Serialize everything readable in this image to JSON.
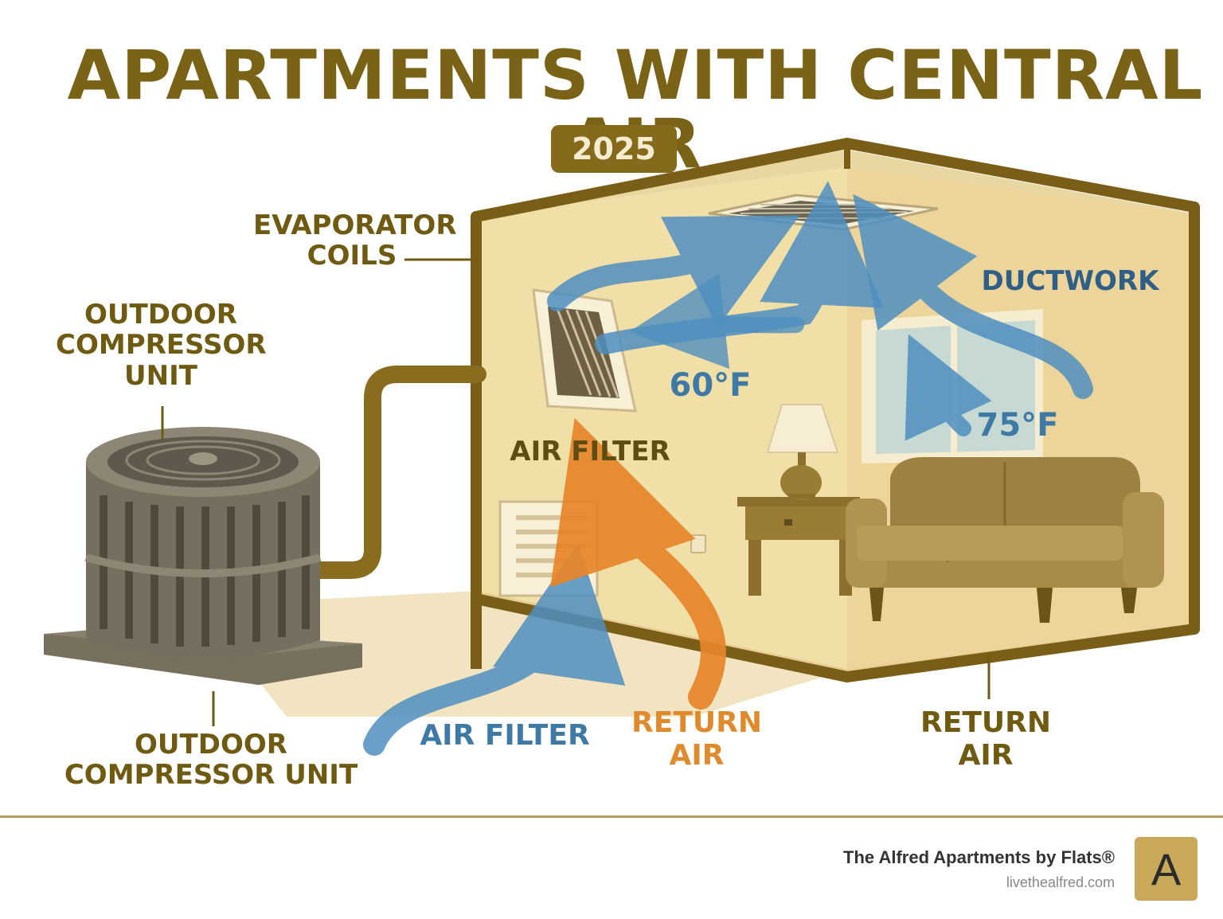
{
  "title": "APARTMENTS WITH CENTRAL AIR",
  "year_badge": "2025",
  "labels": {
    "evaporator_coils": "EVAPORATOR\nCOILS",
    "outdoor_unit_top": "OUTDOOR\nCOMPRESSOR\nUNIT",
    "outdoor_unit_bottom": "OUTDOOR\nCOMPRESSOR UNIT",
    "ductwork": "DUCTWORK",
    "temp_supply": "60°F",
    "temp_room": "75°F",
    "air_filter_room": "AIR FILTER",
    "air_filter_floor": "AIR FILTER",
    "return_air_orange": "RETURN\nAIR",
    "return_air_olive": "RETURN\nAIR"
  },
  "footer": {
    "brand_name": "The Alfred Apartments by Flats®",
    "brand_url": "livethealfred.com",
    "logo_letter": "A"
  },
  "colors": {
    "olive": "#7a6316",
    "airflow_blue": "#4f8fc0",
    "return_orange": "#e8862a",
    "room_wall": "#f0dca4"
  }
}
